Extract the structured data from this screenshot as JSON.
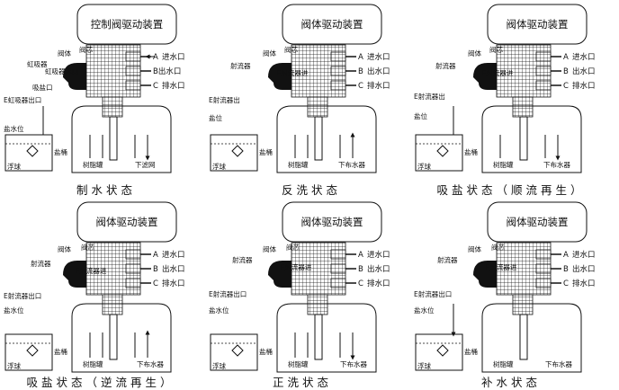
{
  "panels": [
    {
      "caption": "制水状态",
      "box": "控制阀驱动装置",
      "labels": {
        "body": "阀体",
        "core": "阀芯",
        "siphon": "虹吸器",
        "siphon_in": "虹吸器进口",
        "suction": "吸盐口",
        "siphon_out": "E虹吸器出口",
        "a": "A",
        "a_txt": "进水口",
        "b": "B出水口",
        "c": "C",
        "c_txt": "排水口",
        "salt": "盐水位",
        "float": "浮球",
        "tank": "盐桶",
        "resin": "树脂罐",
        "dist": "下滤网"
      }
    },
    {
      "caption": "反洗状态",
      "box": "阀体驱动装置",
      "labels": {
        "body": "阀体",
        "core": "阀芯",
        "inj": "射流器",
        "inj_in": "F射流器进",
        "a": "A",
        "a_txt": "进水口",
        "b": "B",
        "b_txt": "出水口",
        "c": "C",
        "c_txt": "排水口",
        "inj_out": "E射流器出",
        "salt": "盐位",
        "float": "浮球",
        "tank": "盐桶",
        "resin": "树脂罐",
        "dist": "下布水器"
      }
    },
    {
      "caption": "吸盐状态（顺流再生）",
      "box": "阀体驱动装置",
      "labels": {
        "body": "阀体",
        "core": "阀芯",
        "inj": "射流器",
        "inj_in": "F射流器进",
        "a": "A",
        "a_txt": "进水口",
        "b": "B",
        "b_txt": "出水口",
        "c": "C",
        "c_txt": "排水口",
        "inj_out": "E射流器出",
        "salt": "盐位",
        "float": "浮球",
        "tank": "盐桶",
        "resin": "树脂罐",
        "dist": "下布水器"
      }
    },
    {
      "caption": "吸盐状态（逆流再生）",
      "box": "阀体驱动装置",
      "labels": {
        "body": "阀体",
        "core": "阀芯",
        "inj": "射流器",
        "inj_in": "F射流器进",
        "a": "A",
        "a_txt": "进水口",
        "b": "B",
        "b_txt": "出水口",
        "c": "C",
        "c_txt": "排水口",
        "inj_out": "E射流器出口",
        "salt": "盐水位",
        "float": "浮球",
        "tank": "盐桶",
        "resin": "树脂罐",
        "dist": "下布水器"
      }
    },
    {
      "caption": "正洗状态",
      "box": "阀体驱动装置",
      "labels": {
        "body": "阀体",
        "core": "阀芯",
        "inj": "射流器",
        "inj_in": "F射流器进",
        "a": "A",
        "a_txt": "进水口",
        "b": "B",
        "b_txt": "出水口",
        "c": "C",
        "c_txt": "排水口",
        "inj_out": "E射流器出口",
        "salt": "盐水位",
        "float": "浮球",
        "tank": "盐桶",
        "resin": "树脂罐",
        "dist": "下布水器"
      }
    },
    {
      "caption": "补水状态",
      "box": "阀体驱动装置",
      "labels": {
        "body": "阀体",
        "core": "阀芯",
        "inj": "射流器",
        "inj_in": "F射流器进",
        "a": "A",
        "a_txt": "进水口",
        "b": "B",
        "b_txt": "出水口",
        "c": "C",
        "c_txt": "排水口",
        "inj_out": "E射流器出口",
        "salt": "盐水位",
        "float": "浮球",
        "tank": "盐桶",
        "resin": "树脂罐",
        "dist": "下布水器"
      }
    }
  ]
}
